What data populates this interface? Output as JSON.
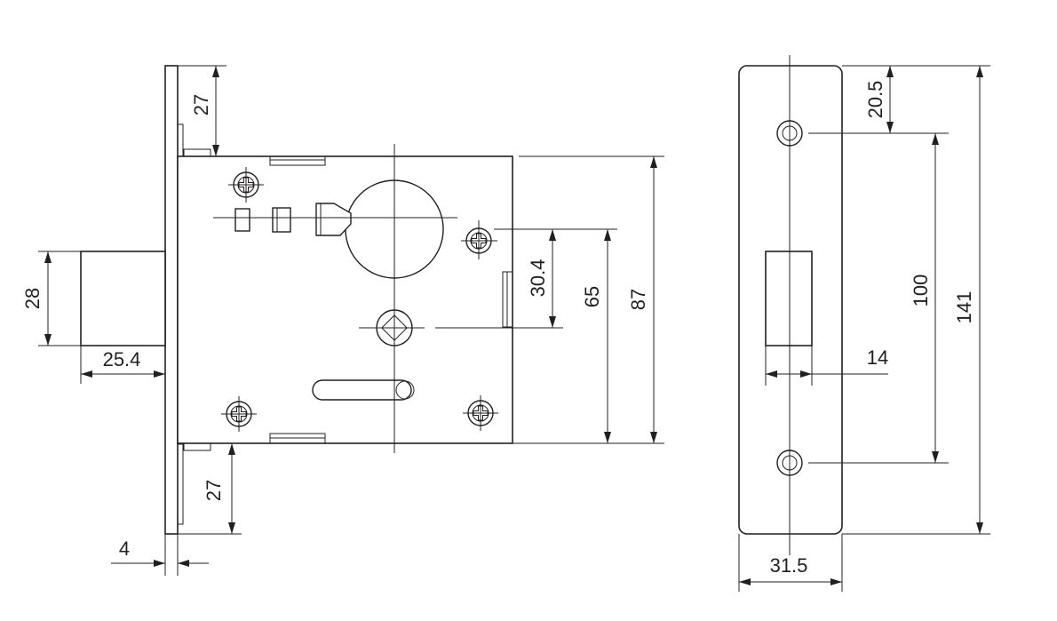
{
  "dimensions": {
    "front_top_offset": "27",
    "front_bottom_offset": "27",
    "bolt_height": "28",
    "backset": "25.4",
    "faceplate_thickness": "4",
    "cylinder_to_handle": "30.4",
    "handle_to_case_edge": "65",
    "case_height": "87",
    "strike_top_offset": "20.5",
    "strike_hole_spacing": "100",
    "strike_height": "141",
    "strike_opening_width": "14",
    "strike_width": "31.5"
  },
  "colors": {
    "line": "#231f20",
    "background": "#ffffff"
  }
}
